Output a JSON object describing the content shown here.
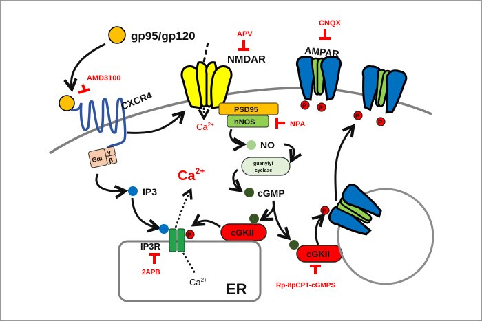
{
  "colors": {
    "inhibitor": "#ff0000",
    "membrane": "#7f7f7f",
    "gp120": "#ffc000",
    "cxcr4": "#2f54a0",
    "nmdar": "#ffff00",
    "ampar_outer": "#0070c0",
    "ampar_inner": "#92d050",
    "psd95": "#ffc000",
    "nnos": "#92d050",
    "no": "#a9d18e",
    "guanylyl_cyclase": "#e2f0d9",
    "cgmp": "#375623",
    "cgkii": "#ff0000",
    "ip3": "#0070c0",
    "ip3r": "#21a34a",
    "g_protein": "#f8cbad",
    "phospho": "#ff0000"
  },
  "labels": {
    "gp120": "gp95/gp120",
    "amd3100": "AMD3100",
    "cxcr4": "CXCR4",
    "apv": "APV",
    "nmdar": "NMDAR",
    "cnqx": "CNQX",
    "ampar": "AMPAR",
    "psd95": "PSD95",
    "nnos": "nNOS",
    "npa": "NPA",
    "ca_nmdar_base": "Ca",
    "ca_nmdar_sup": "2+",
    "no": "NO",
    "guanylyl_line1": "guanylyl",
    "guanylyl_line2": "cyclase",
    "cgmp": "cGMP",
    "g_alpha": "Gαi",
    "g_gamma": "γ",
    "g_beta": "β",
    "ip3": "IP3",
    "ca_cyto_base": "Ca",
    "ca_cyto_sup": "2+",
    "cgkii_left": "cGKII",
    "cgkii_right": "cGKII",
    "ip3r": "IP3R",
    "apb2": "2APB",
    "ca_er_base": "Ca",
    "ca_er_sup": "2+",
    "er": "ER",
    "rp8": "Rp-8pCPT-cGMPS",
    "phospho": "P"
  }
}
